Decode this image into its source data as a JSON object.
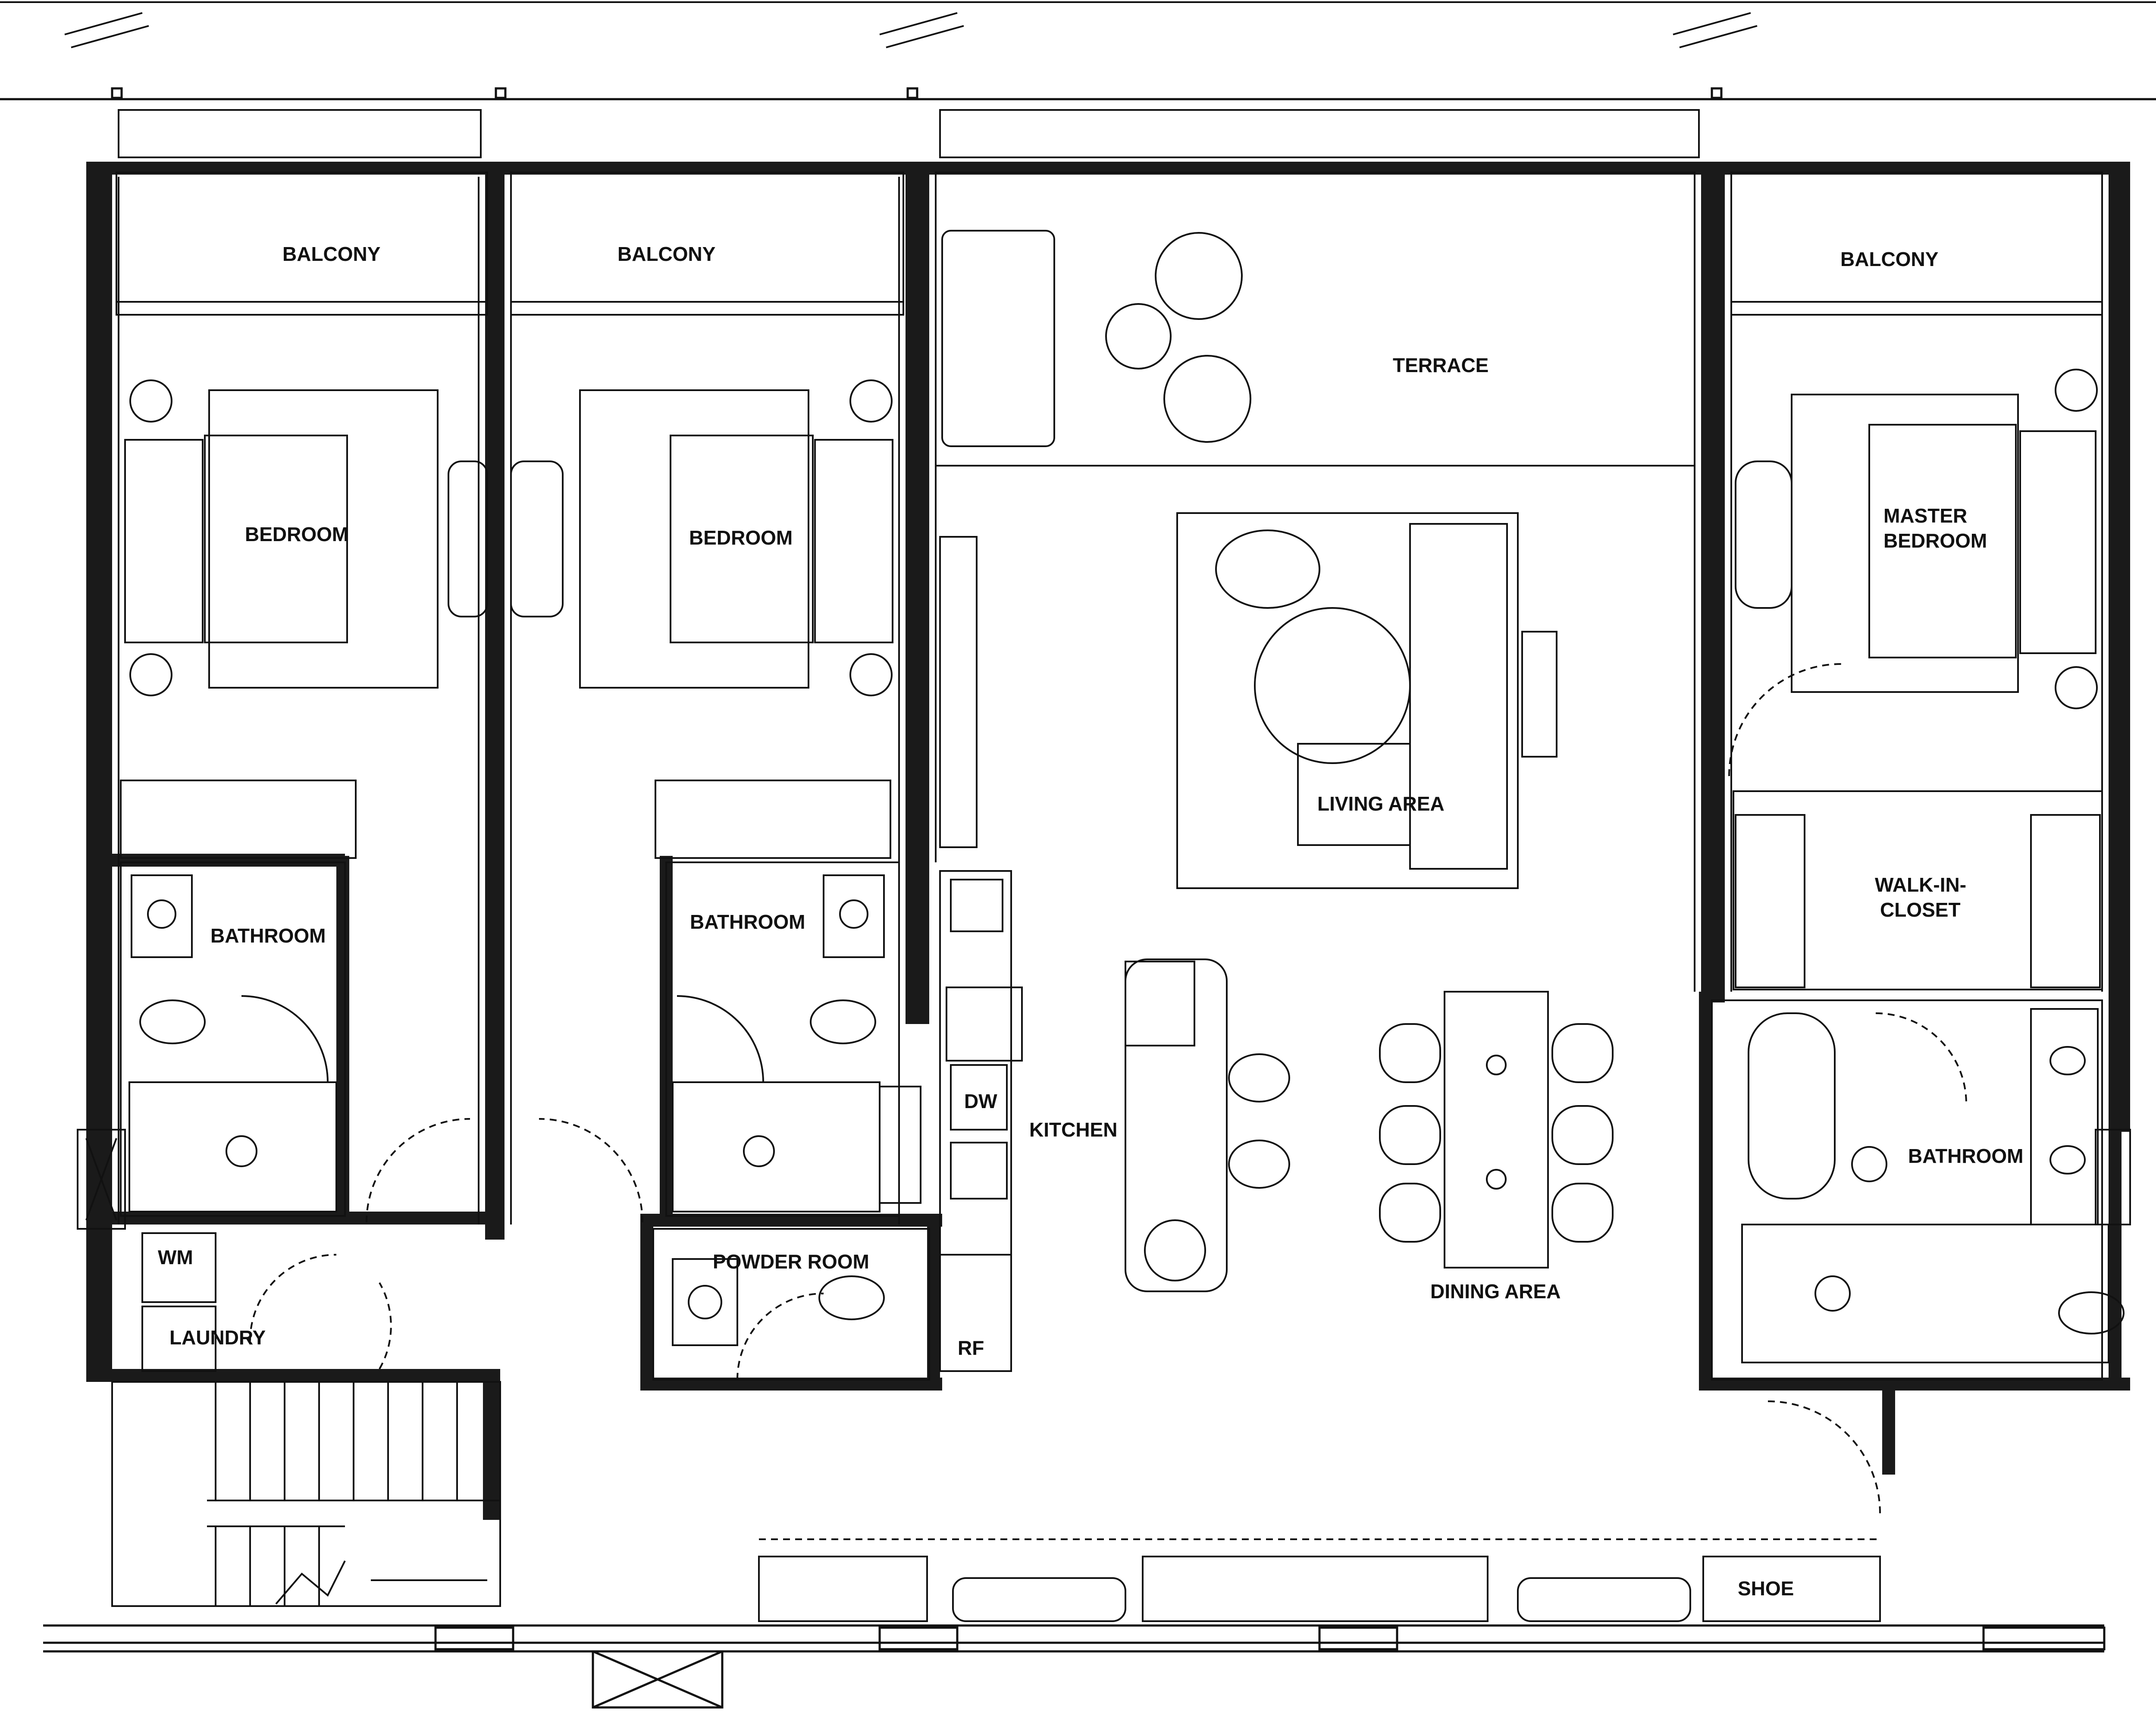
{
  "colors": {
    "background": "#ffffff",
    "line": "#111111",
    "wall_fill": "#1a1a1a",
    "hatch": "#9a9a9a"
  },
  "rooms": {
    "balcony_1": "BALCONY",
    "balcony_2": "BALCONY",
    "balcony_3": "BALCONY",
    "terrace": "TERRACE",
    "bedroom_1": "BEDROOM",
    "bedroom_2": "BEDROOM",
    "master_bedroom_line1": "MASTER",
    "master_bedroom_line2": "BEDROOM",
    "living_area": "LIVING AREA",
    "bathroom_1": "BATHROOM",
    "bathroom_2": "BATHROOM",
    "bathroom_3": "BATHROOM",
    "walk_in_closet_line1": "WALK-IN-",
    "walk_in_closet_line2": "CLOSET",
    "kitchen": "KITCHEN",
    "dining_area": "DINING AREA",
    "powder_room": "POWDER ROOM",
    "laundry": "LAUNDRY",
    "wm": "WM",
    "dw": "DW",
    "rf": "RF",
    "shoe": "SHOE"
  }
}
